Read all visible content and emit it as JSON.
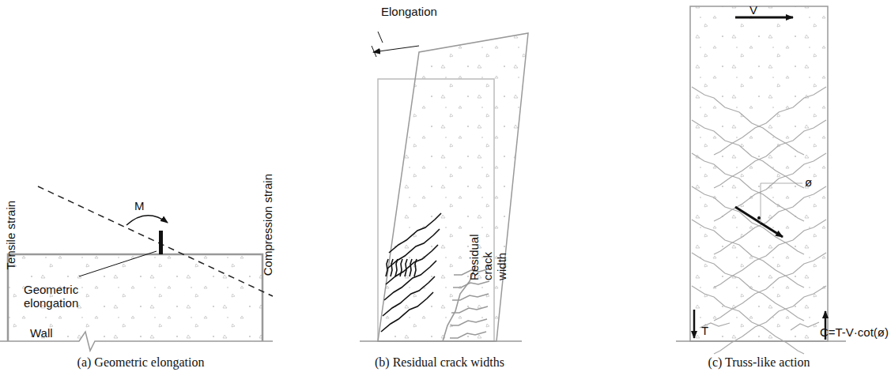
{
  "diagram": {
    "labels": [
      "M",
      "Tensile strain",
      "Compression strain",
      "Geometric elongation",
      "Wall",
      "(a) Geometric elongation",
      "Elongation",
      "Residual crack width",
      "(b) Residual crack widths",
      "V",
      "T",
      "ø",
      "C=T-V·cot(ø)",
      "(c) Truss-like action"
    ]
  }
}
